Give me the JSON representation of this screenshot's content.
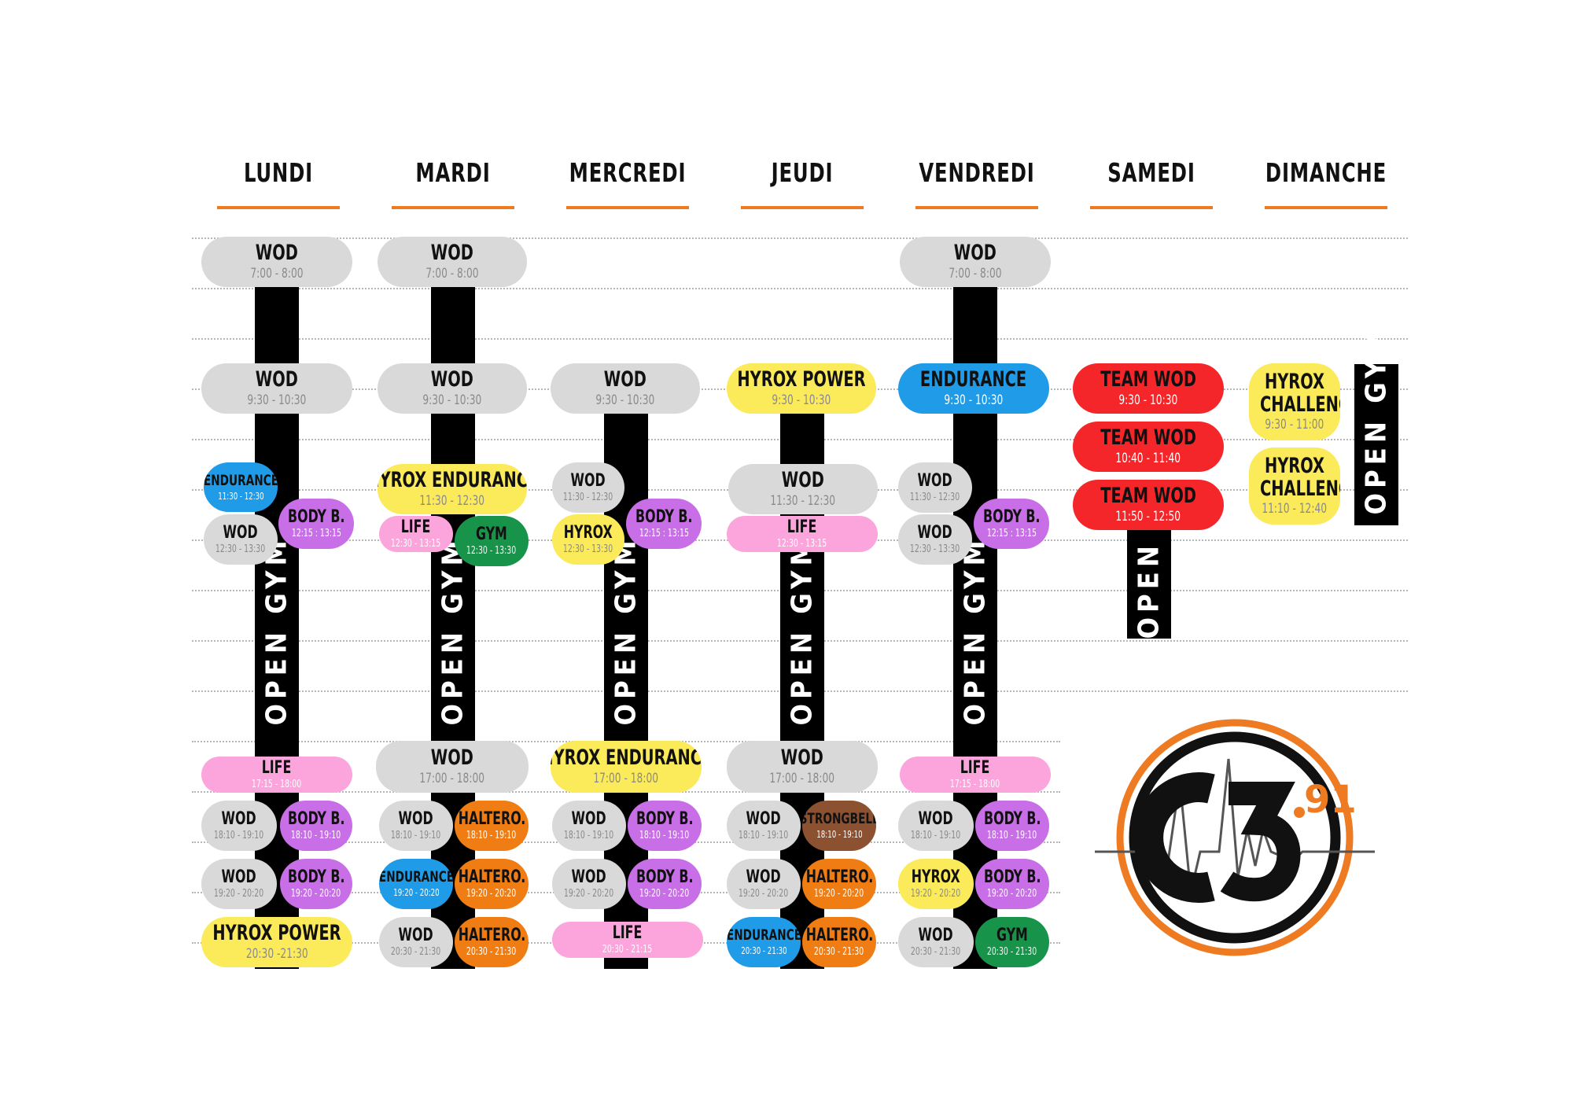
{
  "days": [
    "LUNDI",
    "MARDI",
    "MERCREDI",
    "JEUDI",
    "VENDREDI",
    "SAMEDI",
    "DIMANCHE"
  ],
  "open_gym_label": "OPEN GYM",
  "open_gym_label_short": "OPEN G",
  "colors": {
    "grey": "#d9d9d9",
    "yellow": "#fbea5a",
    "blue": "#1f9be8",
    "purple": "#c86ee6",
    "pink": "#fca5dd",
    "green": "#17944a",
    "orange": "#f07d14",
    "brown": "#8b5131",
    "red": "#f5262a",
    "accent": "#ee7a22"
  },
  "logo": {
    "text": "C3.91"
  },
  "classes": {
    "lundi": [
      {
        "name": "WOD",
        "time": "7:00 - 8:00"
      },
      {
        "name": "WOD",
        "time": "9:30 - 10:30"
      },
      {
        "name": "ENDURANCE",
        "time": "11:30 - 12:30"
      },
      {
        "name": "WOD",
        "time": "12:30 - 13:30"
      },
      {
        "name": "BODY B.",
        "time": "12:15 : 13:15"
      },
      {
        "name": "LIFE",
        "time": "17:15 - 18:00"
      },
      {
        "name": "WOD",
        "time": "18:10 - 19:10"
      },
      {
        "name": "BODY B.",
        "time": "18:10 - 19:10"
      },
      {
        "name": "WOD",
        "time": "19:20 - 20:20"
      },
      {
        "name": "BODY B.",
        "time": "19:20 - 20:20"
      },
      {
        "name": "HYROX POWER",
        "time": "20:30 -21:30"
      }
    ],
    "mardi": [
      {
        "name": "WOD",
        "time": "7:00 - 8:00"
      },
      {
        "name": "WOD",
        "time": "9:30 - 10:30"
      },
      {
        "name": "HYROX ENDURANCE",
        "time": "11:30 - 12:30"
      },
      {
        "name": "LIFE",
        "time": "12:30 - 13:15"
      },
      {
        "name": "GYM",
        "time": "12:30 - 13:30"
      },
      {
        "name": "WOD",
        "time": "17:00 - 18:00"
      },
      {
        "name": "WOD",
        "time": "18:10 - 19:10"
      },
      {
        "name": "HALTERO.",
        "time": "18:10 - 19:10"
      },
      {
        "name": "ENDURANCE",
        "time": "19:20 - 20:20"
      },
      {
        "name": "HALTERO.",
        "time": "19:20 - 20:20"
      },
      {
        "name": "WOD",
        "time": "20:30 - 21:30"
      },
      {
        "name": "HALTERO.",
        "time": "20:30 - 21:30"
      }
    ],
    "mercredi": [
      {
        "name": "WOD",
        "time": "9:30 - 10:30"
      },
      {
        "name": "WOD",
        "time": "11:30 - 12:30"
      },
      {
        "name": "HYROX",
        "time": "12:30 - 13:30"
      },
      {
        "name": "BODY B.",
        "time": "12:15 : 13:15"
      },
      {
        "name": "HYROX ENDURANCE",
        "time": "17:00 - 18:00"
      },
      {
        "name": "WOD",
        "time": "18:10 - 19:10"
      },
      {
        "name": "BODY B.",
        "time": "18:10 - 19:10"
      },
      {
        "name": "WOD",
        "time": "19:20 - 20:20"
      },
      {
        "name": "BODY B.",
        "time": "19:20 - 20:20"
      },
      {
        "name": "LIFE",
        "time": "20:30 - 21:15"
      }
    ],
    "jeudi": [
      {
        "name": "HYROX POWER",
        "time": "9:30 - 10:30"
      },
      {
        "name": "WOD",
        "time": "11:30 - 12:30"
      },
      {
        "name": "LIFE",
        "time": "12:30 - 13:15"
      },
      {
        "name": "WOD",
        "time": "17:00 - 18:00"
      },
      {
        "name": "WOD",
        "time": "18:10 - 19:10"
      },
      {
        "name": "STRONGBELL",
        "time": "18:10 - 19:10"
      },
      {
        "name": "WOD",
        "time": "19:20 - 20:20"
      },
      {
        "name": "HALTERO.",
        "time": "19:20 - 20:20"
      },
      {
        "name": "ENDURANCE",
        "time": "20:30 - 21:30"
      },
      {
        "name": "HALTERO.",
        "time": "20:30 - 21:30"
      }
    ],
    "vendredi": [
      {
        "name": "WOD",
        "time": "7:00 - 8:00"
      },
      {
        "name": "ENDURANCE",
        "time": "9:30 - 10:30"
      },
      {
        "name": "WOD",
        "time": "11:30 - 12:30"
      },
      {
        "name": "WOD",
        "time": "12:30 - 13:30"
      },
      {
        "name": "BODY B.",
        "time": "12:15 : 13:15"
      },
      {
        "name": "LIFE",
        "time": "17:15 - 18:00"
      },
      {
        "name": "WOD",
        "time": "18:10 - 19:10"
      },
      {
        "name": "BODY B.",
        "time": "18:10 - 19:10"
      },
      {
        "name": "HYROX",
        "time": "19:20 - 20:20"
      },
      {
        "name": "BODY B.",
        "time": "19:20 - 20:20"
      },
      {
        "name": "WOD",
        "time": "20:30 - 21:30"
      },
      {
        "name": "GYM",
        "time": "20:30 - 21:30"
      }
    ],
    "samedi": [
      {
        "name": "TEAM WOD",
        "time": "9:30 - 10:30"
      },
      {
        "name": "TEAM WOD",
        "time": "10:40 - 11:40"
      },
      {
        "name": "TEAM WOD",
        "time": "11:50 - 12:50"
      }
    ],
    "dimanche": [
      {
        "name": "HYROX CHALLENGE",
        "time": "9:30 - 11:00"
      },
      {
        "name": "HYROX CHALLENGE",
        "time": "11:10 - 12:40"
      }
    ]
  }
}
